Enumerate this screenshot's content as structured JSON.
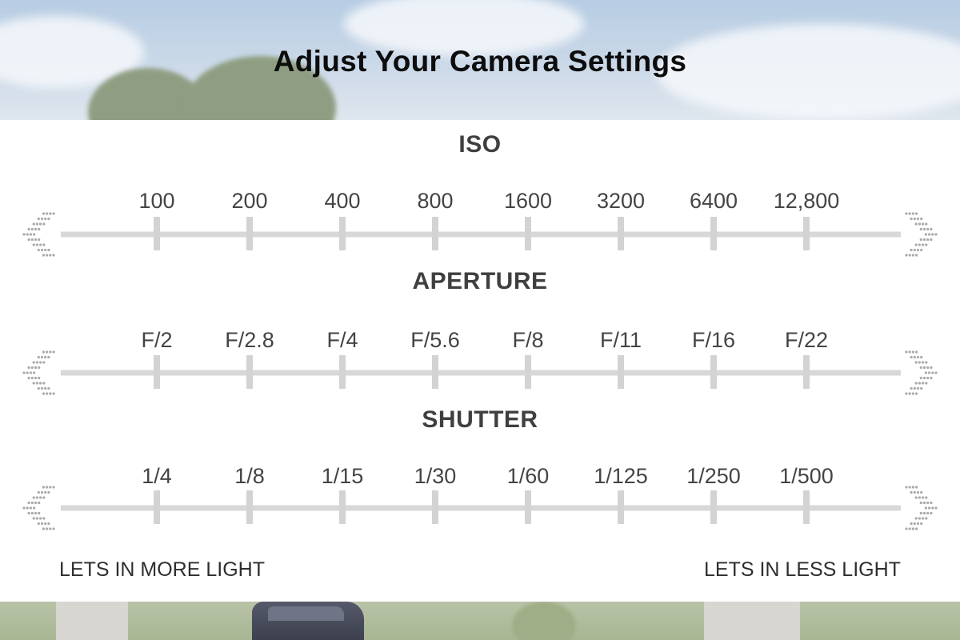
{
  "title": "Adjust Your Camera Settings",
  "colors": {
    "panel": "#ffffff",
    "scale_line": "#d8d8d8",
    "tick": "#d3d3d3",
    "arrow_dots": "#a9a9a9",
    "text": "#444444"
  },
  "icons": {
    "left": "dotted-left-chevron-icon",
    "right": "dotted-right-chevron-icon"
  },
  "scales": [
    {
      "id": "iso",
      "heading": "ISO",
      "ticks": [
        "100",
        "200",
        "400",
        "800",
        "1600",
        "3200",
        "6400",
        "12,800"
      ]
    },
    {
      "id": "aperture",
      "heading": "APERTURE",
      "ticks": [
        "F/2",
        "F/2.8",
        "F/4",
        "F/5.6",
        "F/8",
        "F/11",
        "F/16",
        "F/22"
      ]
    },
    {
      "id": "shutter",
      "heading": "SHUTTER",
      "ticks": [
        "1/4",
        "1/8",
        "1/15",
        "1/30",
        "1/60",
        "1/125",
        "1/250",
        "1/500"
      ]
    }
  ],
  "footer": {
    "left": "LETS IN MORE LIGHT",
    "right": "LETS IN LESS LIGHT"
  }
}
